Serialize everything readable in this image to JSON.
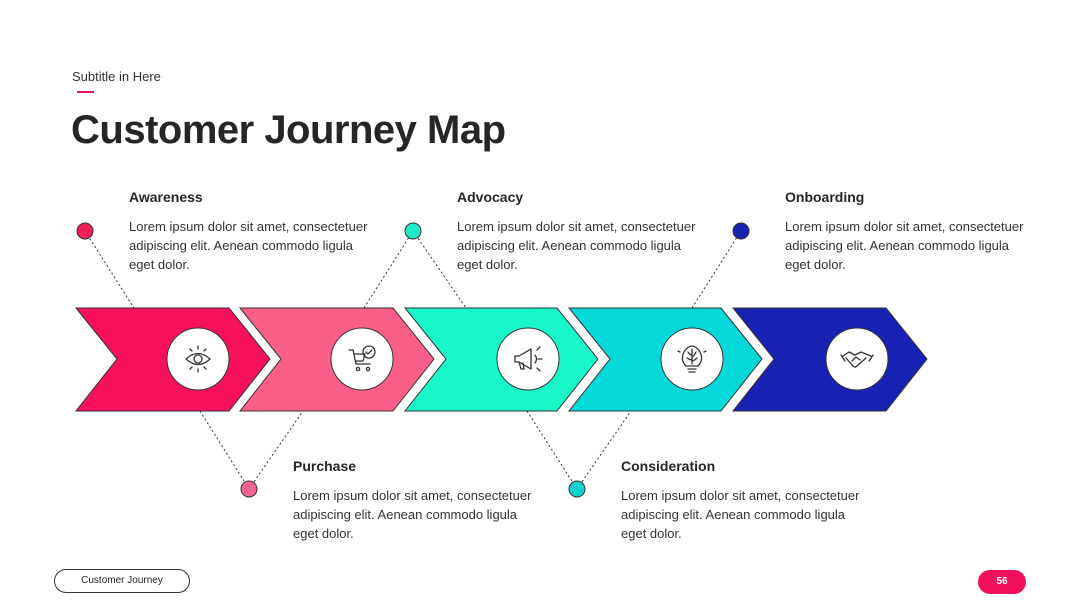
{
  "header": {
    "subtitle": "Subtitle in Here",
    "title": "Customer Journey Map"
  },
  "stages": [
    {
      "key": "awareness",
      "title": "Awareness",
      "text": "Lorem ipsum dolor sit amet, consectetuer adipiscing elit. Aenean commodo ligula eget dolor.",
      "color": "#f7105a",
      "dot_color": "#f01f55",
      "icon": "eye-icon"
    },
    {
      "key": "purchase",
      "title": "Purchase",
      "text": "Lorem ipsum dolor sit amet, consectetuer adipiscing elit. Aenean commodo ligula eget dolor.",
      "color": "#fb5f88",
      "dot_color": "#f7638e",
      "icon": "shopping-cart-icon"
    },
    {
      "key": "advocacy",
      "title": "Advocacy",
      "text": "Lorem ipsum dolor sit amet, consectetuer adipiscing elit. Aenean commodo ligula eget dolor.",
      "color": "#17f7c8",
      "dot_color": "#20ebc5",
      "icon": "megaphone-icon"
    },
    {
      "key": "consideration",
      "title": "Consideration",
      "text": "Lorem ipsum dolor sit amet, consectetuer adipiscing elit. Aenean commodo ligula eget dolor.",
      "color": "#05d8d9",
      "dot_color": "#11d2d3",
      "icon": "brain-bulb-icon"
    },
    {
      "key": "onboarding",
      "title": "Onboarding",
      "text": "Lorem ipsum dolor sit amet, consectetuer adipiscing elit. Aenean commodo ligula eget dolor.",
      "color": "#1722b3",
      "dot_color": "#1525b0",
      "icon": "handshake-icon"
    }
  ],
  "footer": {
    "label": "Customer Journey",
    "page_number": "56",
    "page_color": "#f0105a"
  }
}
